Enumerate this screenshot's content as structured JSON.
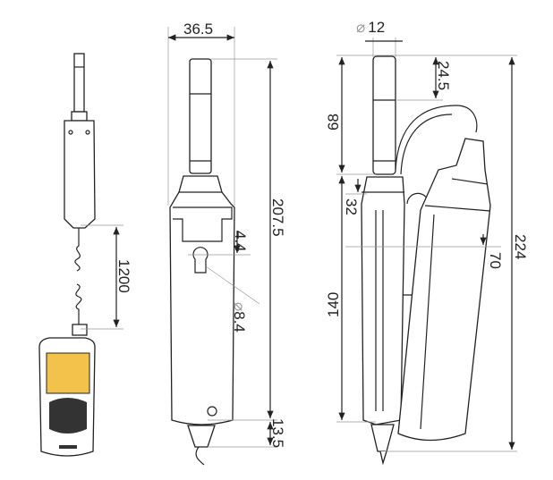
{
  "title": "Probe dimensional drawing",
  "colors": {
    "line": "#222222",
    "dimension_line": "#999999",
    "screen": "#f2c24a",
    "keypad": "#333333"
  },
  "dimensions": {
    "cable_length": "1200",
    "width": "36.5",
    "total_length": "207.5",
    "slot_offset": "4.4",
    "hole_diameter": "8.4",
    "tip_length": "13.5",
    "sensor_diameter_symbol": "⌀",
    "sensor_diameter": "12",
    "sensor_head": "24.5",
    "sensor_length": "68",
    "collar": "32",
    "handle_length": "140",
    "depth": "70",
    "overall_length": "224"
  }
}
